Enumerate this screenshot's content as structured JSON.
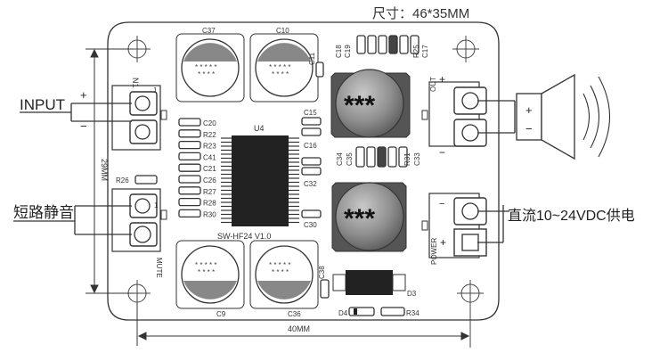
{
  "size_note": "尺寸：46*35MM",
  "labels": {
    "input": "INPUT",
    "mute_cn": "短路静音",
    "power_cn": "直流10~24VDC供电",
    "out": "OUT",
    "power": "POWER",
    "mute": "MUTE",
    "dim_height": "29MM",
    "dim_width": "40MM",
    "board_name": "SW-HF24 V1.0",
    "ic": "U4",
    "plus": "+",
    "minus": "−",
    "pin1": "1",
    "inductor_mark": "***"
  },
  "components": {
    "top_caps": [
      "C37",
      "C10"
    ],
    "bottom_caps": [
      "C9",
      "C36"
    ],
    "left_smd": [
      "C20",
      "R22",
      "R23",
      "C41",
      "C21",
      "C26",
      "R27",
      "R28",
      "R30"
    ],
    "top_small": [
      "C18",
      "C19",
      "R25",
      "C17"
    ],
    "c11": "C11",
    "mid_right": [
      "C15",
      "C16",
      "C32",
      "C30"
    ],
    "mid_column": [
      "C34",
      "C35",
      "R31",
      "C33"
    ],
    "r26": "R26",
    "c38": "C38",
    "d3": "D3",
    "d4": "D4",
    "r34": "R34",
    "n1": "N1"
  },
  "colors": {
    "board": "#ffffff",
    "stroke": "#333333",
    "cap_dark": "#888888",
    "inductor": "#8c8c8c",
    "inductor_base": "#555555",
    "chip": "#222222"
  }
}
